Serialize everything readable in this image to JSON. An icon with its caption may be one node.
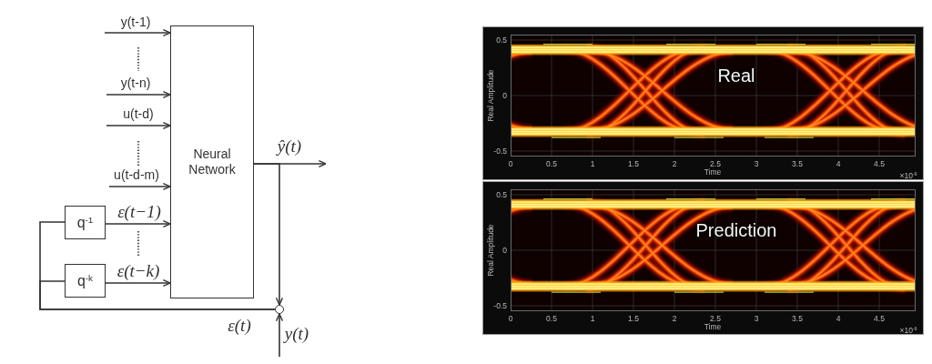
{
  "diagram": {
    "nodes": [
      {
        "text": [
          "Neural Network"
        ]
      },
      {
        "text": [
          "q$^{-1}$"
        ]
      },
      {
        "text": [
          "q$^{-k}$"
        ]
      },
      {
        "text": [],
        "shape": "circle"
      }
    ],
    "edges": [
      {
        "from": null,
        "to": 0,
        "arrow": "to",
        "label": "y(t-1)"
      },
      {
        "from": null,
        "to": 0,
        "arrow": "to",
        "label": "y(t-n)"
      },
      {
        "from": null,
        "to": 0,
        "arrow": "to",
        "label": "u(t-d)"
      },
      {
        "from": null,
        "to": 0,
        "arrow": "to",
        "label": "u(t-d-m)"
      },
      {
        "from": 1,
        "to": 0,
        "arrow": "to",
        "label": "ε(t−1)"
      },
      {
        "from": 2,
        "to": 0,
        "arrow": "to",
        "label": "ε(t−k)"
      },
      {
        "from": 0,
        "to": null,
        "arrow": "to",
        "label": "ŷ(t)"
      },
      {
        "from": 0,
        "to": 3,
        "arrow": "to"
      },
      {
        "from": null,
        "to": 3,
        "arrow": "to",
        "label": "y(t)"
      },
      {
        "from": 3,
        "to": 1,
        "arrow": "none",
        "label": "ε(t)"
      },
      {
        "from": 3,
        "to": 2,
        "arrow": "none"
      }
    ],
    "labels": [
      "0.5",
      "Real",
      "Real Amplitude",
      "0",
      "-0.5",
      "0",
      "0.5",
      "1",
      "1.5",
      "2",
      "2.5",
      "3",
      "3.5",
      "4",
      "4.5",
      "Time",
      "×10$^{-9}$",
      "0.5",
      "Prediction",
      "Real Amplitude",
      "0",
      "-0.5",
      "0",
      "0.5",
      "1",
      "1.5",
      "2",
      "2.5",
      "3",
      "3.5",
      "4",
      "4.5",
      "Time",
      "×10$^{-9}$"
    ]
  }
}
